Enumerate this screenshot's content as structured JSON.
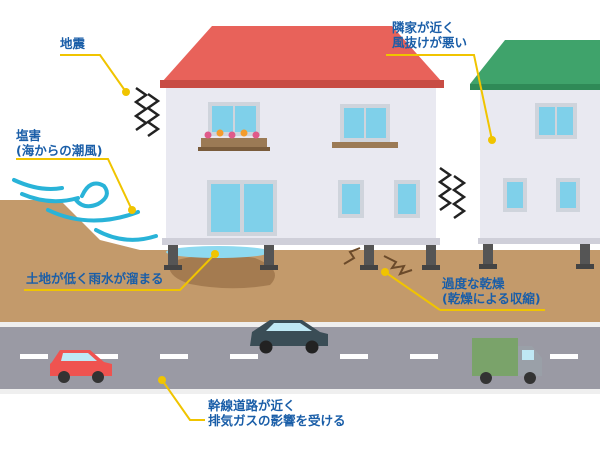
{
  "labels": {
    "earthquake": "地震",
    "neighbor": {
      "line1": "隣家が近く",
      "line2": "風抜けが悪い"
    },
    "salt": {
      "line1": "塩害",
      "line2": "(海からの潮風)"
    },
    "rainwater": "土地が低く雨水が溜まる",
    "dry": {
      "line1": "過度な乾燥",
      "line2": "(乾燥による収縮)"
    },
    "road": {
      "line1": "幹線道路が近く",
      "line2": "排気ガスの影響を受ける"
    }
  },
  "colors": {
    "label_text": "#1a5ea8",
    "leader_line": "#f0c400",
    "roof_main": "#e8625a",
    "roof_neighbor": "#3fa36b",
    "wall": "#e9e9f1",
    "soil": "#c39a6b",
    "puddle": "#8ed9ef",
    "road": "#9a9aa4",
    "red_car": "#ef5350",
    "dark_car": "#3a4d56",
    "truck_cargo": "#7aa36a"
  },
  "icons": [
    "zigzag-vibration-icon",
    "wind-swirl-icon",
    "crack-icon"
  ]
}
